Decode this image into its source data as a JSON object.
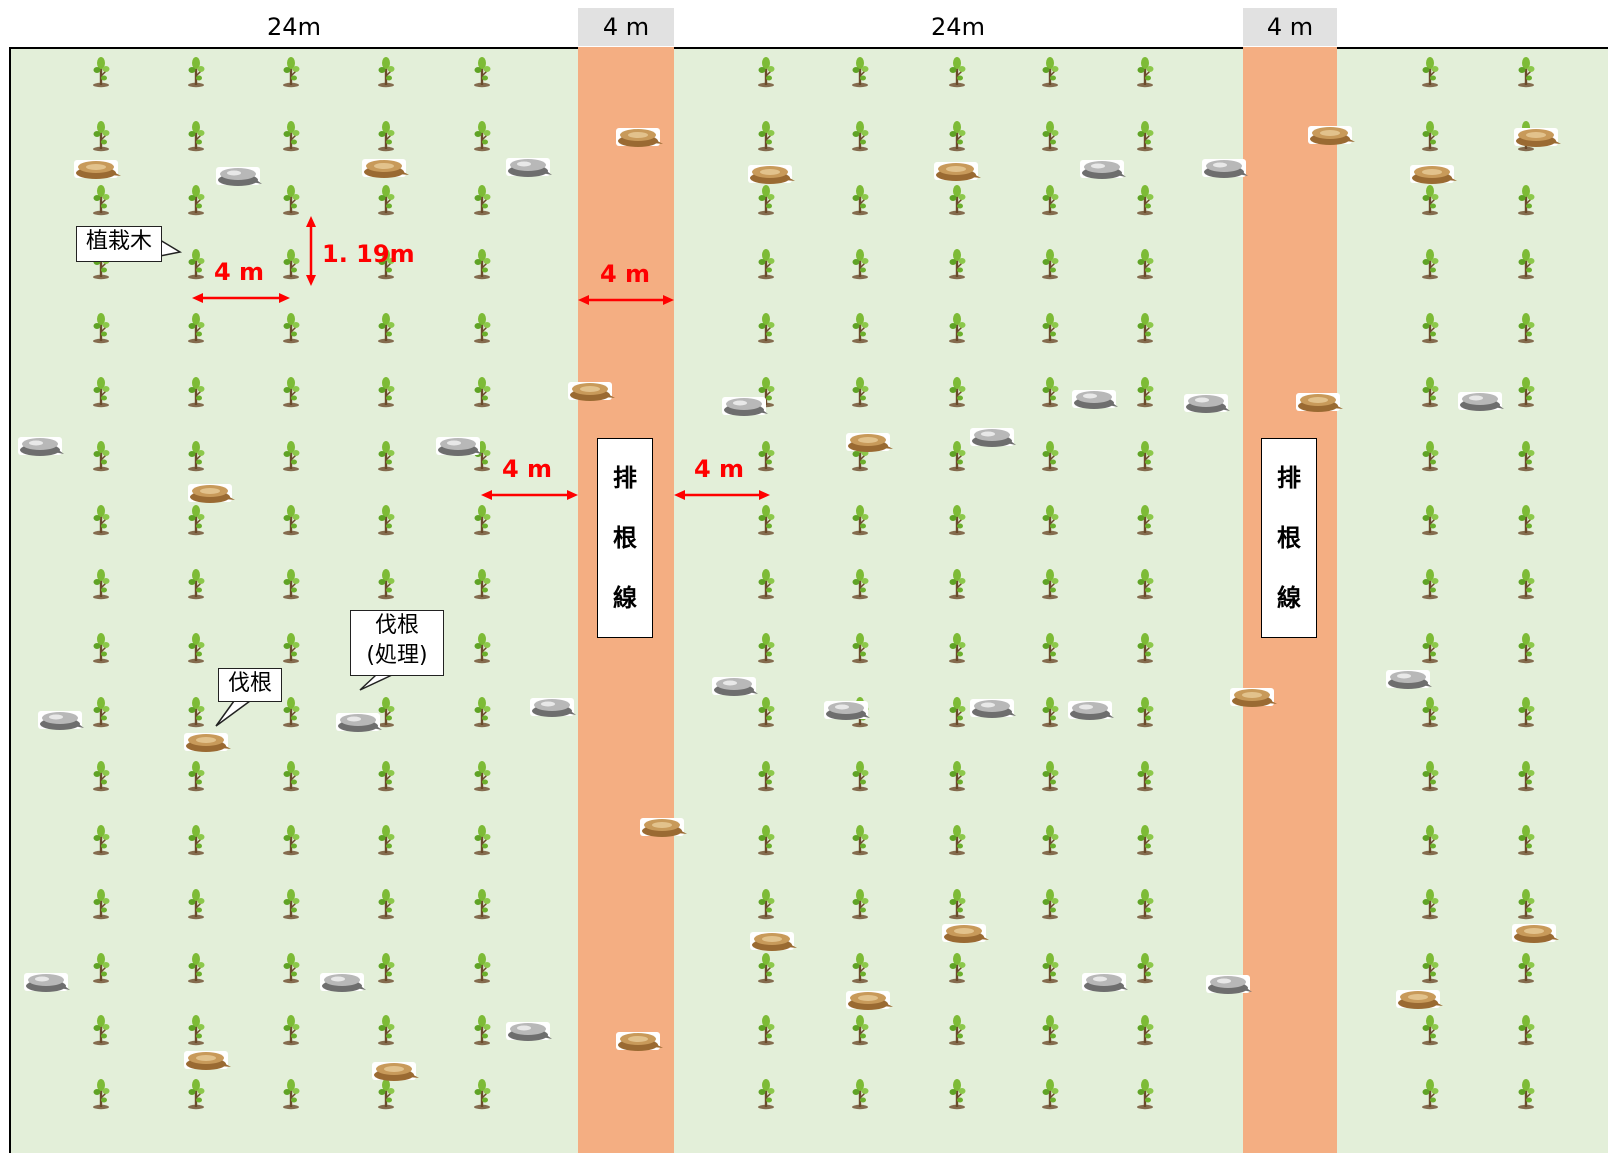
{
  "header": {
    "section_1_width": "24m",
    "band_1_width": "4 m",
    "section_2_width": "24m",
    "band_2_width": "4 m"
  },
  "band_label": [
    "排",
    "根",
    "線"
  ],
  "dimensions": {
    "column_spacing": "4 m",
    "row_spacing": "1. 19m",
    "band_width": "4 m",
    "gap_left_of_band": "4 m",
    "gap_right_of_band": "4 m"
  },
  "callouts": {
    "planted_tree": "植栽木",
    "stump": "伐根",
    "stump_processed_line1": "伐根",
    "stump_processed_line2": "(処理)"
  },
  "colors": {
    "field": "#e3efd9",
    "root_removal_band": "#f4ae82",
    "dimension": "#ff0000",
    "sapling_leaf": "#7dbb36",
    "sapling_trunk": "#6b4a2b",
    "stump_natural": "#c89a5a",
    "stump_processed": "#8c8c8c"
  },
  "legend_icons": {
    "planted_tree": "sapling-icon",
    "stump": "tree-stump-icon",
    "stump_processed": "processed-stump-icon"
  }
}
